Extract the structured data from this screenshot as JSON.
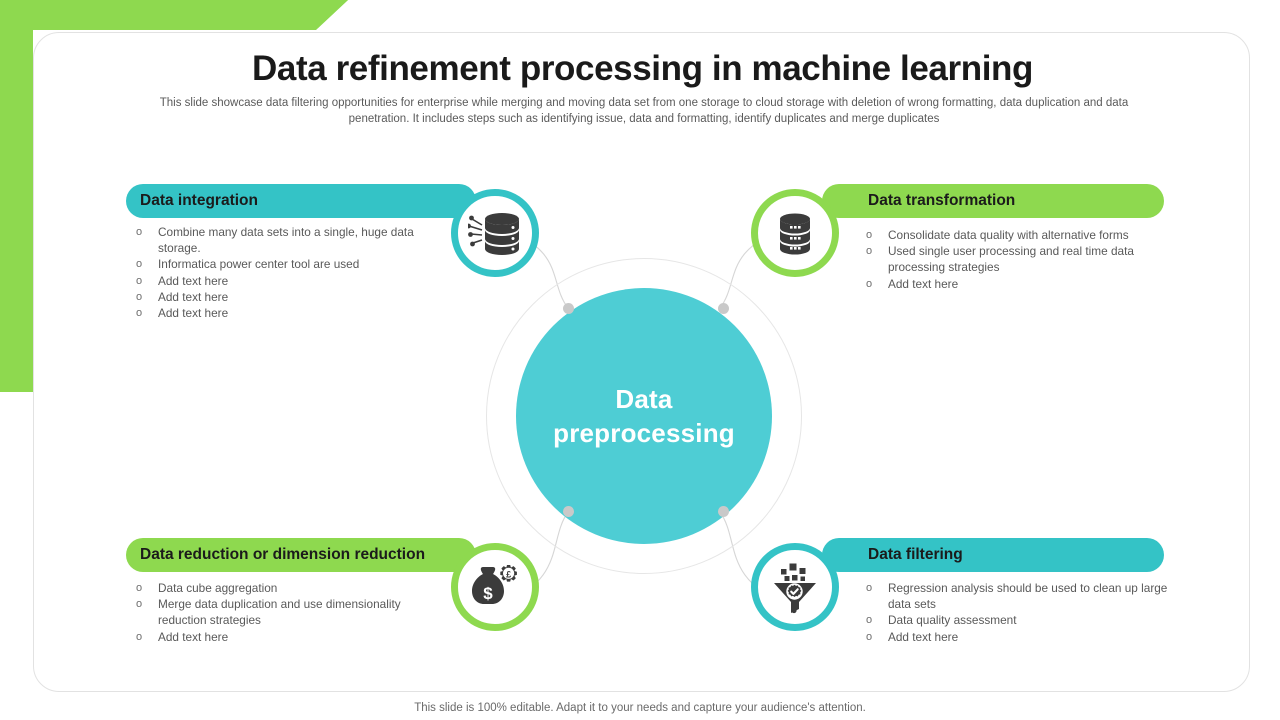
{
  "slide": {
    "title": "Data refinement processing in machine learning",
    "subtitle": "This slide showcase data filtering opportunities for enterprise while merging and moving data set from one storage to cloud storage with deletion of wrong formatting, data duplication and data penetration. It includes steps such as identifying issue, data and formatting, identify duplicates and merge duplicates",
    "footer": "This slide is 100% editable. Adapt it to your needs and capture your audience's attention."
  },
  "colors": {
    "teal": "#34c3c6",
    "hub_teal": "#4ecdd4",
    "green": "#8ed94f",
    "corner_green": "#8ed94f",
    "icon_dark": "#3b3b3b",
    "text_body": "#595959",
    "ring_gray": "#e6e6e6",
    "dot_gray": "#c9c9c9"
  },
  "center": {
    "label_line1": "Data",
    "label_line2": "preprocessing"
  },
  "panels": [
    {
      "key": "data-integration",
      "title": "Data integration",
      "icon": "database-network-icon",
      "accent": "#34c3c6",
      "bullets": [
        "Combine  many data sets into a single, huge data storage.",
        "Informatica  power  center tool are used",
        "Add text here",
        "Add text here",
        "Add text here"
      ]
    },
    {
      "key": "data-transformation",
      "title": "Data transformation",
      "icon": "database-stack-icon",
      "accent": "#8ed94f",
      "bullets": [
        "Consolidate data quality  with alternative  forms",
        "Used single user processing and real time data processing strategies",
        "Add text here"
      ]
    },
    {
      "key": "data-reduction",
      "title": "Data reduction or dimension reduction",
      "icon": "money-bag-gear-icon",
      "accent": "#8ed94f",
      "bullets": [
        "Data cube aggregation",
        "Merge data duplication and use dimensionality reduction  strategies",
        "Add text here"
      ]
    },
    {
      "key": "data-filtering",
      "title": "Data filtering",
      "icon": "funnel-filter-icon",
      "accent": "#34c3c6",
      "bullets": [
        "Regression  analysis should  be used to clean up large data sets",
        "Data quality assessment",
        "Add text here"
      ]
    }
  ],
  "bullet_marker": "o"
}
